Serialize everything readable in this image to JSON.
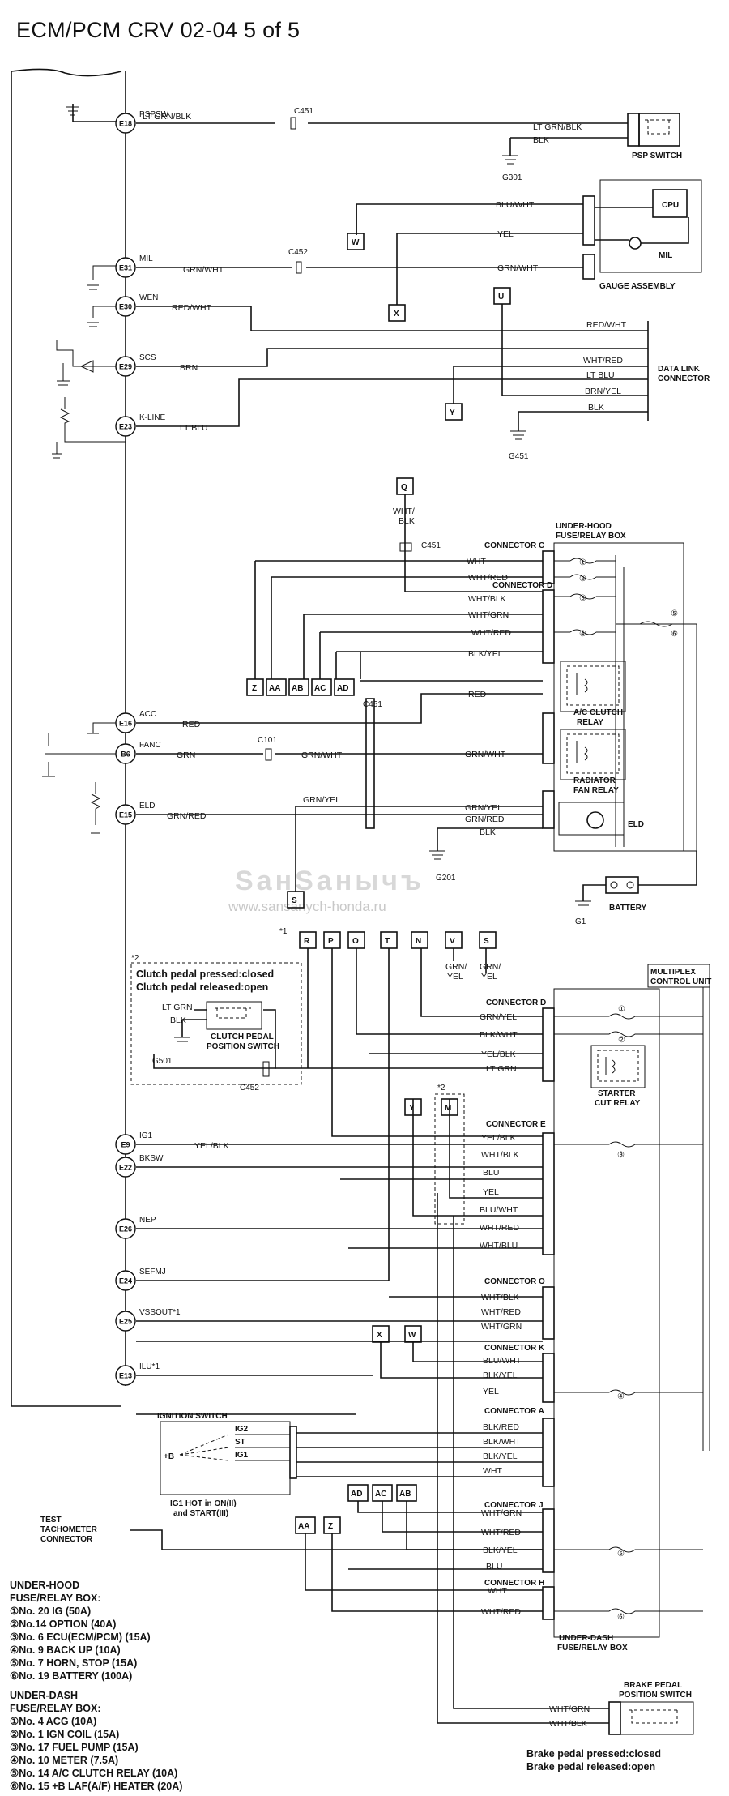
{
  "title": "ECM/PCM CRV 02-04  5 of 5",
  "watermark": {
    "brand": "SанSанычъ",
    "url": "www.sansanych-honda.ru"
  },
  "ecm_pins": [
    {
      "pin": "E18",
      "signal": "PSPSW",
      "wire": "LT GRN/BLK"
    },
    {
      "pin": "E31",
      "signal": "MIL",
      "wire": "GRN/WHT"
    },
    {
      "pin": "E30",
      "signal": "WEN",
      "wire": "RED/WHT"
    },
    {
      "pin": "E29",
      "signal": "SCS",
      "wire": "BRN"
    },
    {
      "pin": "E23",
      "signal": "K-LINE",
      "wire": "LT BLU"
    },
    {
      "pin": "E16",
      "signal": "ACC",
      "wire": "RED"
    },
    {
      "pin": "B6",
      "signal": "FANC",
      "wire": "GRN"
    },
    {
      "pin": "E15",
      "signal": "ELD",
      "wire": "GRN/RED"
    },
    {
      "pin": "E9",
      "signal": "IG1",
      "wire": "YEL/BLK"
    },
    {
      "pin": "E22",
      "signal": "BKSW",
      "wire": ""
    },
    {
      "pin": "E26",
      "signal": "NEP",
      "wire": ""
    },
    {
      "pin": "E24",
      "signal": "SEFMJ",
      "wire": ""
    },
    {
      "pin": "E25",
      "signal": "VSSOUT*1",
      "wire": ""
    },
    {
      "pin": "E13",
      "signal": "ILU*1",
      "wire": ""
    }
  ],
  "connectors": {
    "c451": "C451",
    "c452": "C452",
    "c101": "C101",
    "c451b": "C451",
    "c451c": "C451",
    "c452b": "C452"
  },
  "psp": {
    "wire1": "LT GRN/BLK",
    "wire2": "BLK",
    "ground": "G301",
    "label": "PSP SWITCH"
  },
  "gauge": {
    "wire1": "BLU/WHT",
    "wire2": "YEL",
    "wire3": "GRN/WHT",
    "cpu": "CPU",
    "mil": "MIL",
    "label": "GAUGE ASSEMBLY"
  },
  "dlc": {
    "label1": "DATA LINK",
    "label2": "CONNECTOR",
    "wires": [
      "RED/WHT",
      "WHT/RED",
      "LT BLU",
      "BRN/YEL",
      "BLK"
    ],
    "ground": "G451"
  },
  "refs_top": {
    "w": "W",
    "x": "X",
    "u": "U",
    "y": "Y",
    "q": "Q"
  },
  "q_wire": "WHT/\nBLK",
  "q_wire_a": "WHT/",
  "q_wire_b": "BLK",
  "underhood": {
    "title1": "UNDER-HOOD",
    "title2": "FUSE/RELAY BOX",
    "conn_c": "CONNECTOR C",
    "conn_d": "CONNECTOR D",
    "wires": [
      "WHT",
      "WHT/RED",
      "WHT/BLK",
      "WHT/GRN",
      "WHT/RED",
      "BLK/YEL",
      "RED",
      "GRN/WHT",
      "GRN/YEL",
      "GRN/RED",
      "BLK"
    ],
    "ac_relay1": "A/C CLUTCH",
    "ac_relay2": "RELAY",
    "rad_relay1": "RADIATOR",
    "rad_relay2": "FAN RELAY",
    "eld": "ELD",
    "ground": "G201",
    "battery": "BATTERY",
    "g1": "G1"
  },
  "refs_mid": [
    "Z",
    "AA",
    "AB",
    "AC",
    "AD"
  ],
  "gy_wire": "GRN/YEL",
  "ref_s": "S",
  "refs_row": [
    "R",
    "P",
    "O",
    "T",
    "N",
    "V",
    "S"
  ],
  "star1": "*1",
  "star2": "*2",
  "star2b": "*2",
  "v_wire": [
    "GRN/",
    "YEL"
  ],
  "s_wire": [
    "GRN/",
    "YEL"
  ],
  "clutch": {
    "line1": "Clutch pedal pressed:closed",
    "line2": "Clutch pedal released:open",
    "w1": "LT GRN",
    "w2": "BLK",
    "sw1": "CLUTCH PEDAL",
    "sw2": "POSITION SWITCH",
    "ground": "G501"
  },
  "multiplex": {
    "line1": "MULTIPLEX",
    "line2": "CONTROL UNIT"
  },
  "underdash_wires": {
    "conn_d": "CONNECTOR D",
    "d": [
      "GRN/YEL",
      "BLK/WHT",
      "YEL/BLK",
      "LT GRN"
    ],
    "starter1": "STARTER",
    "starter2": "CUT RELAY",
    "conn_e": "CONNECTOR E",
    "e": [
      "YEL/BLK",
      "WHT/BLK",
      "BLU",
      "YEL",
      "BLU/WHT",
      "WHT/RED",
      "WHT/BLU"
    ],
    "conn_o": "CONNECTOR O",
    "o": [
      "WHT/BLK",
      "WHT/RED",
      "WHT/GRN"
    ],
    "conn_k": "CONNECTOR K",
    "k": [
      "BLU/WHT",
      "BLK/YEL",
      "YEL"
    ],
    "conn_a": "CONNECTOR A",
    "a": [
      "BLK/RED",
      "BLK/WHT",
      "BLK/YEL",
      "WHT"
    ],
    "conn_j": "CONNECTOR J",
    "j": [
      "WHT/GRN",
      "WHT/RED",
      "BLK/YEL",
      "BLU"
    ],
    "conn_h": "CONNECTOR H",
    "h": [
      "WHT",
      "WHT/RED"
    ],
    "box1": "UNDER-DASH",
    "box2": "FUSE/RELAY BOX"
  },
  "refs_ym": [
    "Y",
    "M"
  ],
  "refs_xw": [
    "X",
    "W"
  ],
  "refs_ad": [
    "AD",
    "AC",
    "AB"
  ],
  "refs_aaz": [
    "AA",
    "Z"
  ],
  "ign": {
    "title": "IGNITION SWITCH",
    "ig2": "IG2",
    "st": "ST",
    "ig1": "IG1",
    "plusb": "+B",
    "note1": "IG1 HOT in ON(II)",
    "note2": "and START(III)"
  },
  "test_tach": [
    "TEST",
    "TACHOMETER",
    "CONNECTOR"
  ],
  "brake": {
    "sw1": "BRAKE PEDAL",
    "sw2": "POSITION SWITCH",
    "w1": "WHT/GRN",
    "w2": "WHT/BLK",
    "line1": "Brake pedal pressed:closed",
    "line2": "Brake pedal released:open"
  },
  "legend_uh": {
    "title1": "UNDER-HOOD",
    "title2": "FUSE/RELAY BOX:",
    "items": [
      "①No. 20 IG (50A)",
      "②No.14 OPTION (40A)",
      "③No. 6 ECU(ECM/PCM) (15A)",
      "④No. 9 BACK UP (10A)",
      "⑤No. 7 HORN, STOP (15A)",
      "⑥No. 19 BATTERY (100A)"
    ]
  },
  "legend_ud": {
    "title1": "UNDER-DASH",
    "title2": "FUSE/RELAY BOX:",
    "items": [
      "①No. 4 ACG (10A)",
      "②No. 1 IGN COIL (15A)",
      "③No. 17 FUEL PUMP (15A)",
      "④No. 10 METER (7.5A)",
      "⑤No. 14 A/C CLUTCH RELAY (10A)",
      "⑥No. 15 +B LAF(A/F) HEATER (20A)"
    ]
  },
  "fuse_nums": [
    "①",
    "②",
    "③",
    "④",
    "⑤",
    "⑥",
    "①",
    "②",
    "③",
    "④",
    "⑤",
    "⑥"
  ]
}
